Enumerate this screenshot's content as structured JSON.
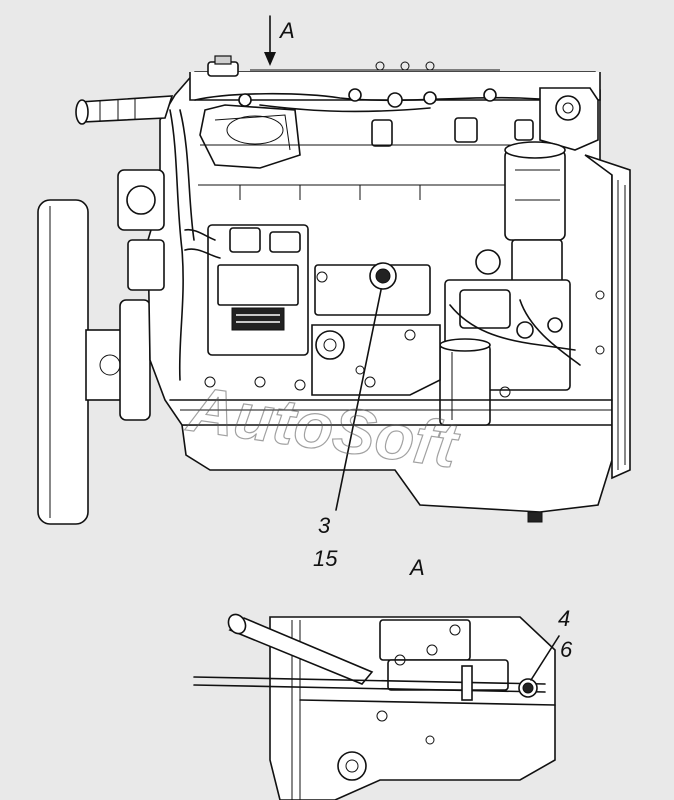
{
  "view_label_top": "A",
  "view_label_detail": "A",
  "callouts": {
    "main": {
      "part_a": "3",
      "part_b": "15"
    },
    "detail": {
      "part_a": "4",
      "part_b": "6"
    }
  },
  "watermark": "AutoSoft",
  "colors": {
    "background": "#e9e9e9",
    "line": "#111111"
  }
}
